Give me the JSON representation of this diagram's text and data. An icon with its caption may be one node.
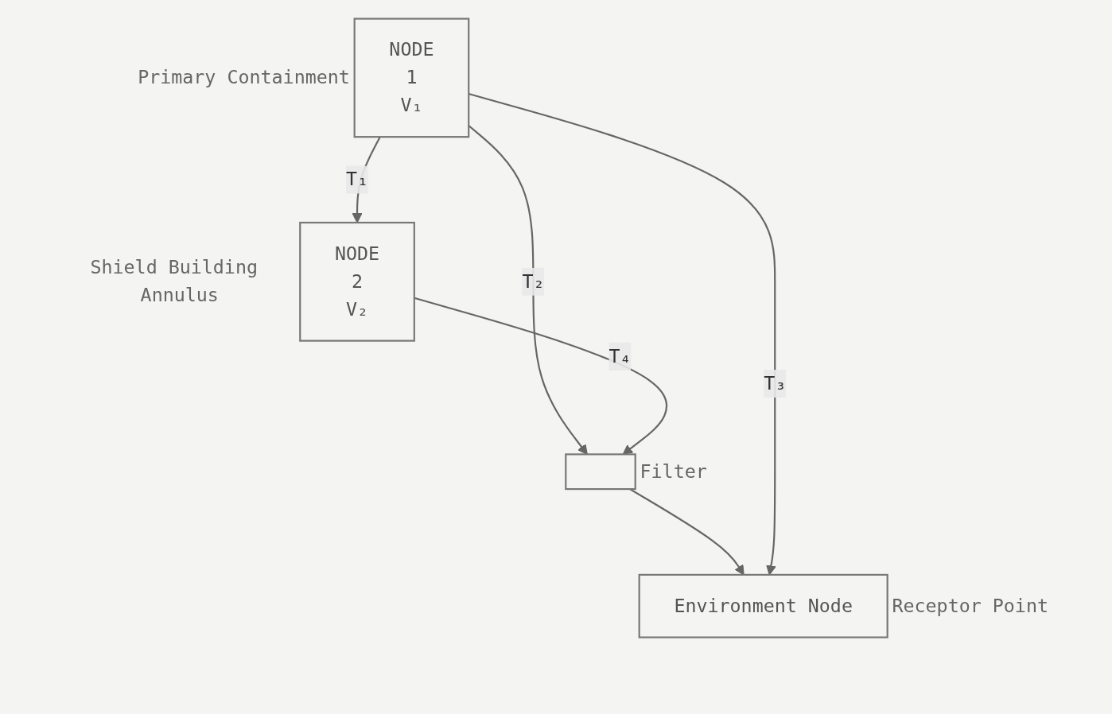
{
  "diagram": {
    "nodes": [
      {
        "text": [
          "NODE",
          "1",
          "V₁"
        ],
        "beside": [
          "Primary Containment"
        ]
      },
      {
        "text": [
          "NODE",
          "2",
          "V₂"
        ],
        "beside": [
          "Shield Building Annulus"
        ]
      },
      {
        "text": [],
        "shape": "box",
        "beside": [
          "Filter"
        ]
      },
      {
        "text": [
          "Environment Node"
        ],
        "beside": [
          "Receptor Point"
        ]
      }
    ],
    "edges": [
      {
        "from": 0,
        "to": 1,
        "arrow": "to",
        "label": "T₁"
      },
      {
        "from": 0,
        "to": 2,
        "arrow": "to",
        "label": "T₂"
      },
      {
        "from": 1,
        "to": 2,
        "arrow": "to",
        "label": "T₄"
      },
      {
        "from": 2,
        "to": 3,
        "arrow": "to"
      },
      {
        "from": 0,
        "to": 3,
        "arrow": "to",
        "label": "T₃"
      }
    ]
  }
}
